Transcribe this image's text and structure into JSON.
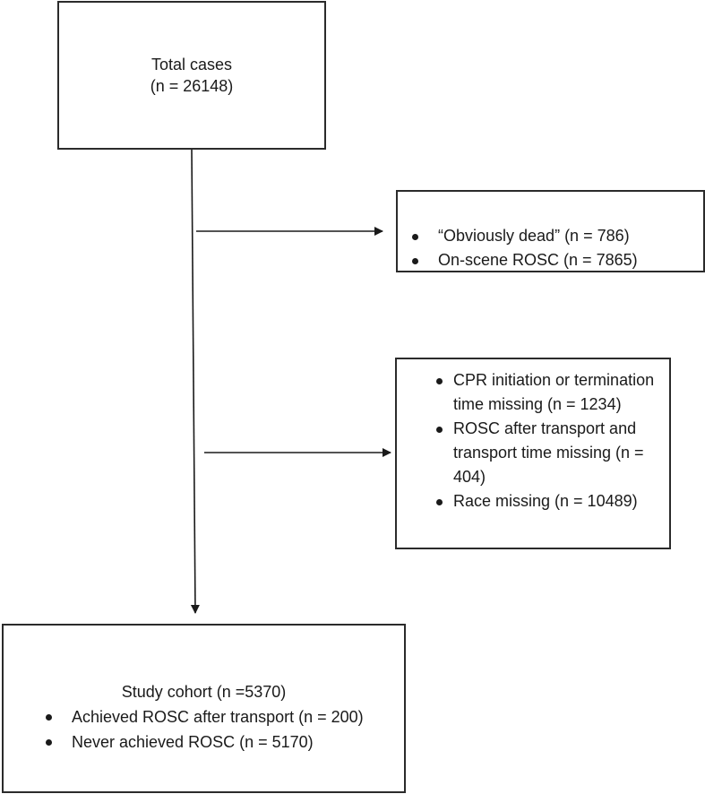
{
  "total_box": {
    "title": "Total cases",
    "count": "(n = 26148)"
  },
  "exclusion_1": {
    "items": [
      {
        "label": "“Obviously dead” (n = 786)"
      },
      {
        "label": "On-scene ROSC (n = 7865)"
      }
    ]
  },
  "exclusion_2": {
    "items": [
      {
        "label": "CPR initiation or termination time missing (n = 1234)"
      },
      {
        "label": "ROSC after transport and transport time missing (n = 404)"
      },
      {
        "label": "Race missing (n = 10489)"
      }
    ]
  },
  "cohort_box": {
    "title": "Study cohort (n =5370)",
    "items": [
      {
        "label": "Achieved ROSC after transport (n = 200)"
      },
      {
        "label": "Never achieved ROSC (n = 5170)"
      }
    ]
  },
  "colors": {
    "line": "#1a1a1a",
    "border": "#2b2b2b",
    "background": "#ffffff"
  }
}
